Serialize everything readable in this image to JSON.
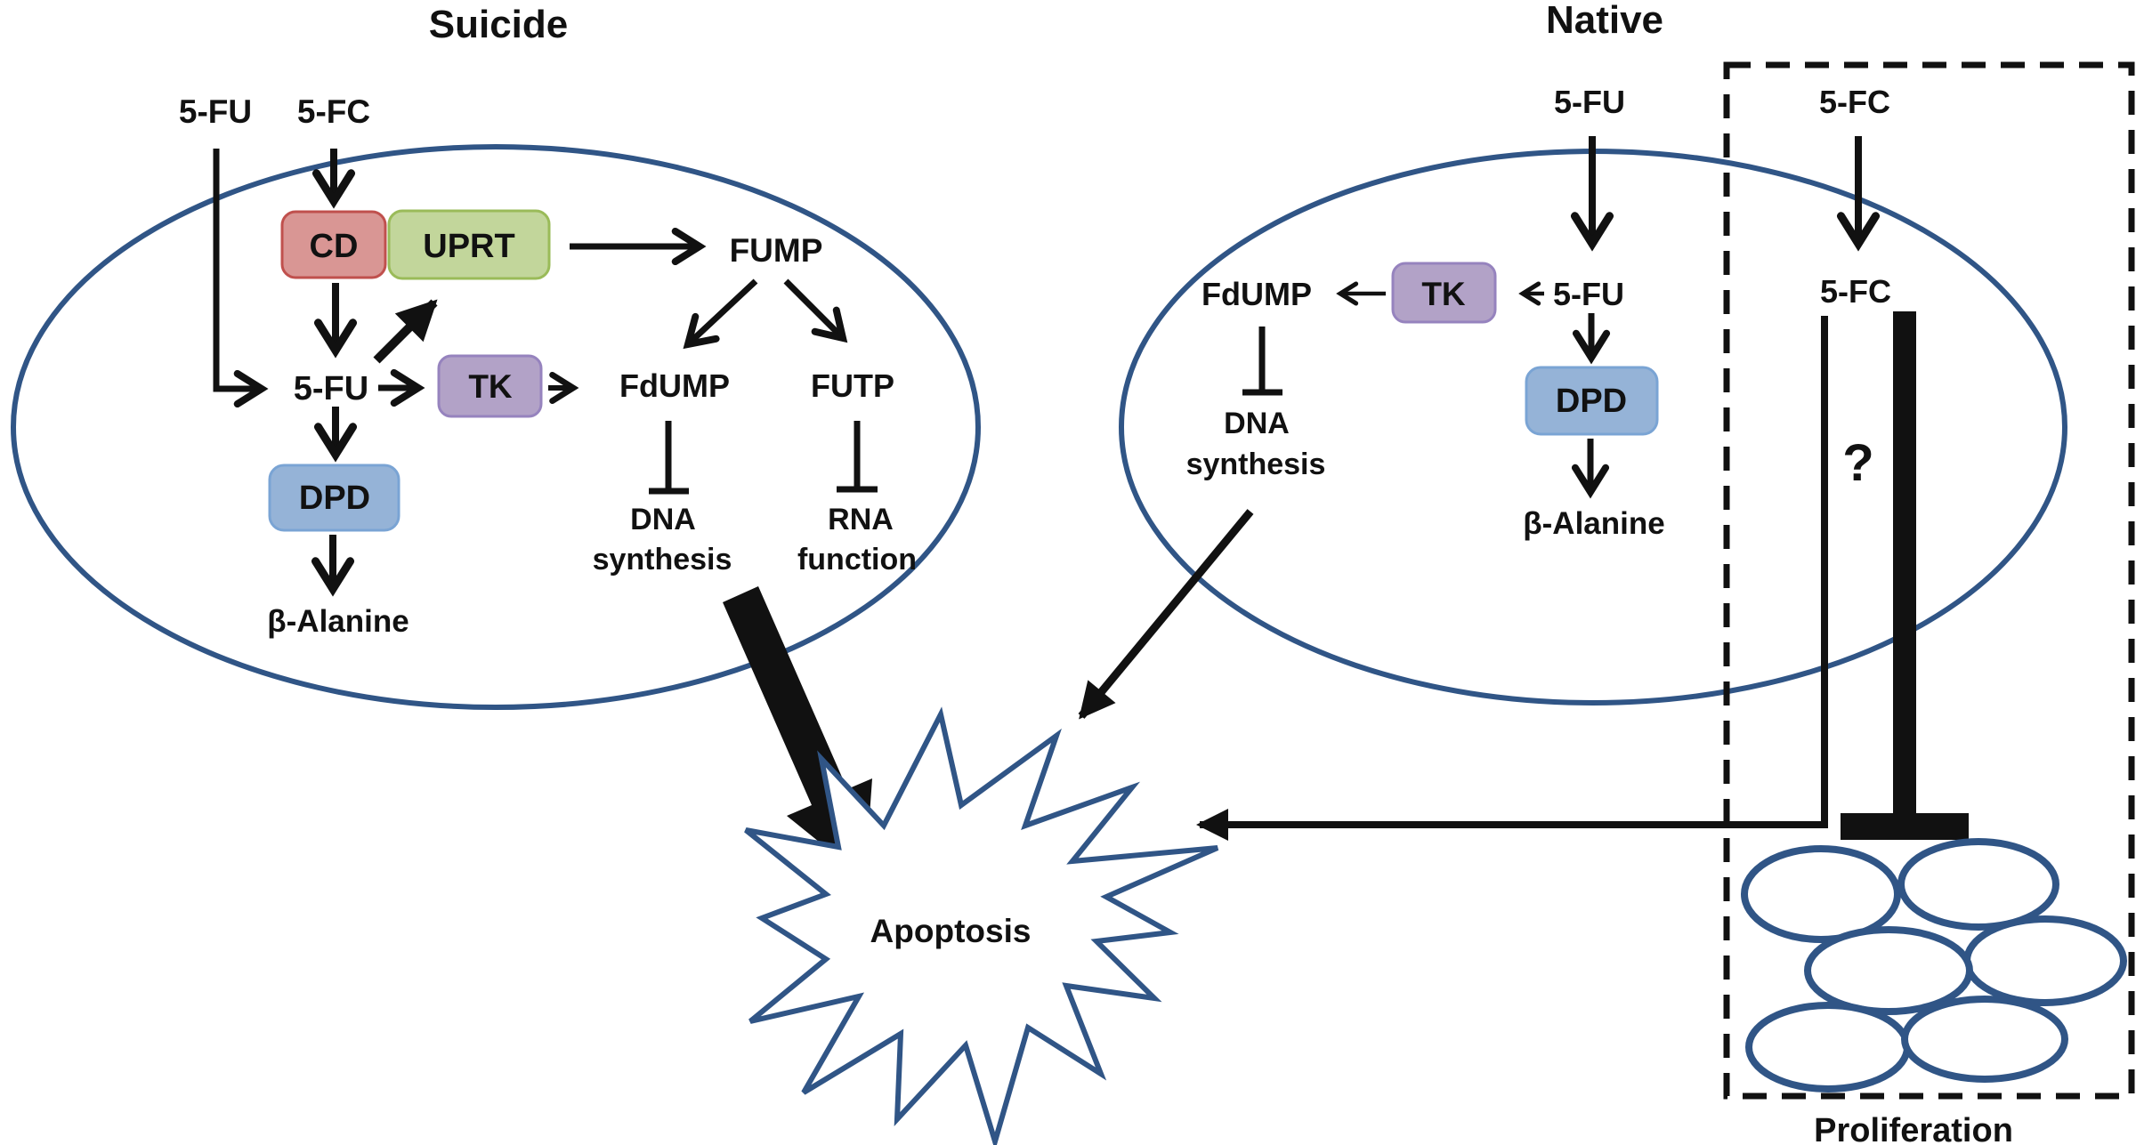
{
  "suicide_panel": {
    "title": "Suicide",
    "input_5fu": "5-FU",
    "input_5fc": "5-FC",
    "cd": "CD",
    "uprt": "UPRT",
    "fump": "FUMP",
    "fu": "5-FU",
    "tk": "TK",
    "fdump": "FdUMP",
    "futp": "FUTP",
    "dpd": "DPD",
    "beta_alanine": "β-Alanine",
    "dna": "DNA",
    "dna_sub": "synthesis",
    "rna": "RNA",
    "rna_sub": "function"
  },
  "native_panel": {
    "title": "Native",
    "input_5fu": "5-FU",
    "input_5fc": "5-FC",
    "fdump": "FdUMP",
    "tk": "TK",
    "fu": "5-FU",
    "dpd": "DPD",
    "beta_alanine": "β-Alanine",
    "dna": "DNA",
    "dna_sub": "synthesis",
    "fc_internal": "5-FC",
    "question_mark": "?",
    "proliferation": "Proliferation"
  },
  "apoptosis_label": "Apoptosis",
  "colors": {
    "membrane": "#305586",
    "line": "#111111",
    "cd_fill": "#D99694",
    "cd_stroke": "#C0504D",
    "uprt_fill": "#C2D69B",
    "uprt_stroke": "#9ABB59",
    "tk_fill": "#B2A2C7",
    "tk_stroke": "#9683BE",
    "dpd_fill": "#95B3D7",
    "dpd_stroke": "#7AA4D4"
  }
}
